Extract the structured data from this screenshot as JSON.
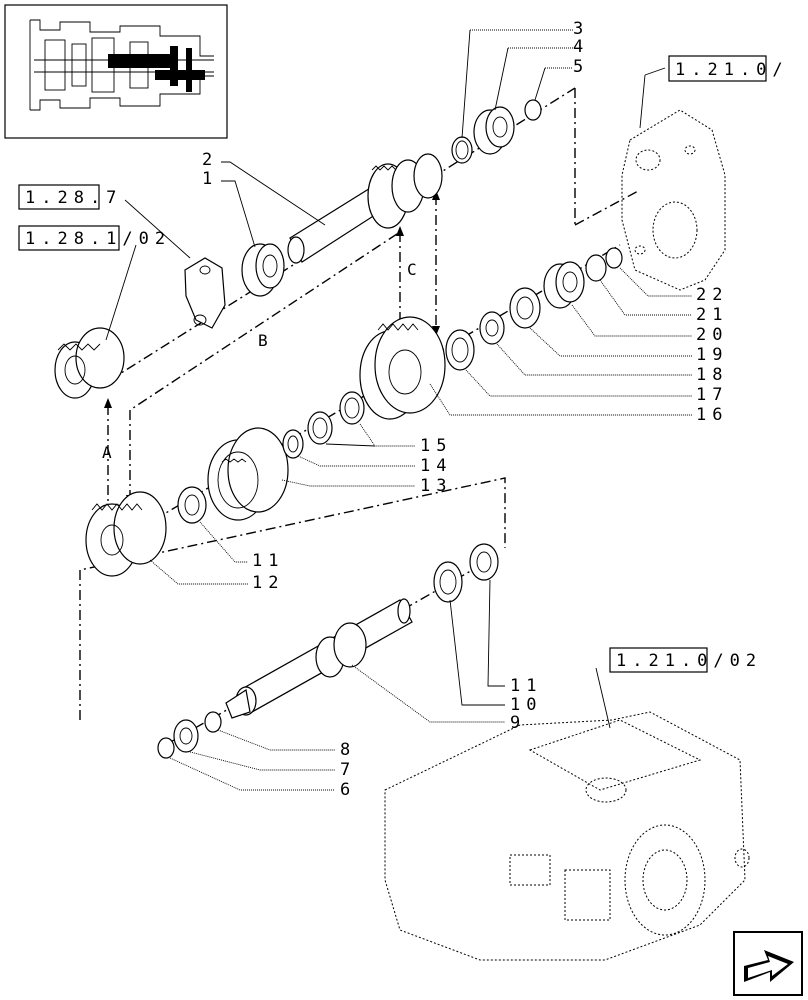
{
  "refs": {
    "r1": "1.21.0/",
    "r2": "1.28.7",
    "r3": "1.28.1/02",
    "r4": "1.21.0/02"
  },
  "callouts": {
    "c1": "1",
    "c2": "2",
    "c3": "3",
    "c4": "4",
    "c5": "5",
    "c6": "6",
    "c7": "7",
    "c8": "8",
    "c9": "9",
    "c10": "10",
    "c11a": "11",
    "c11b": "11",
    "c12": "12",
    "c13": "13",
    "c14": "14",
    "c15": "15",
    "c16": "16",
    "c17": "17",
    "c18": "18",
    "c19": "19",
    "c20": "20",
    "c21": "21",
    "c22": "22"
  },
  "flow_labels": {
    "a": "A",
    "b": "B",
    "c": "C"
  },
  "icons": {
    "thumbnail": "transmission-section-thumbnail-icon",
    "nav": "next-page-arrow-icon"
  }
}
